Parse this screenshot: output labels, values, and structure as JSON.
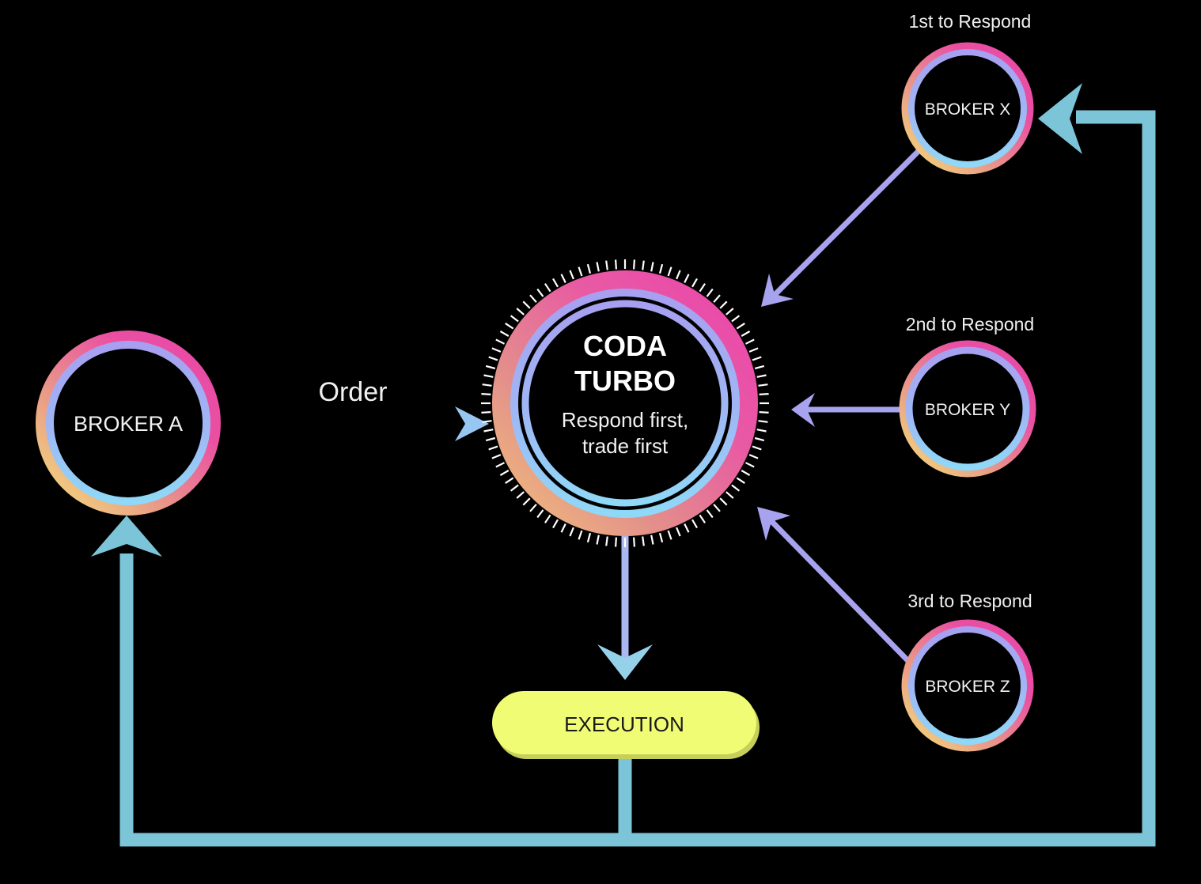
{
  "hub": {
    "title_line1": "CODA",
    "title_line2": "TURBO",
    "subtitle_line1": "Respond first,",
    "subtitle_line2": "trade first"
  },
  "brokers": {
    "a": "BROKER A",
    "x": "BROKER X",
    "y": "BROKER Y",
    "z": "BROKER Z"
  },
  "responses": {
    "x": "1st to Respond",
    "y": "2nd to Respond",
    "z": "3rd to Respond"
  },
  "edges": {
    "order": "Order"
  },
  "execution": {
    "label": "EXECUTION"
  },
  "colors": {
    "background": "#000000",
    "loop": "#7cc4d8",
    "arrow": "#a9a2ee",
    "execution_fill": "#f0fc74",
    "ring_pink": "#ea4fa2",
    "ring_yellow": "#f4e07a",
    "ring_lavender": "#a79ff0",
    "ring_cyan": "#8fd8f7"
  }
}
